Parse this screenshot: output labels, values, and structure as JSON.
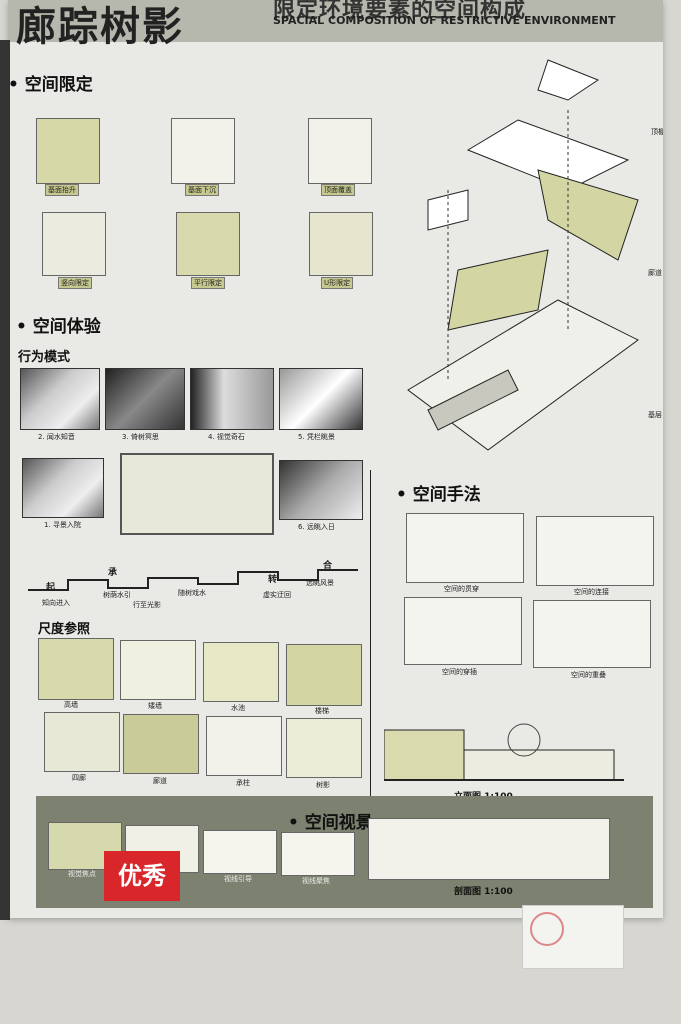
{
  "poster": {
    "title_cn": "廊踪树影",
    "title_cn_right": "限定环境要素的空间构成",
    "title_en": "SPACIAL COMPOSITION OF RESTRICTIVE ENVIRONMENT"
  },
  "sections": {
    "space_limit": "• 空间限定",
    "space_experience": "• 空间体验",
    "behavior_mode": "行为模式",
    "scale_ref": "尺度参照",
    "space_method": "• 空间手法",
    "space_view": "• 空间视景"
  },
  "space_limit_tags": [
    "基面抬升",
    "基面下沉",
    "顶面覆盖",
    "竖向限定",
    "平行限定",
    "U形限定"
  ],
  "behavior_photos": [
    "2. 闻水知音",
    "3. 倚树冥思",
    "4. 视觉奇石",
    "5. 凭栏眺景",
    "1. 寻景入院",
    "6. 远眺入日"
  ],
  "sequence_labels": [
    "起",
    "承",
    "转",
    "合",
    "知向进入",
    "树荫水引",
    "行至光影",
    "随树戏水",
    "虚实迂回",
    "远眺风景"
  ],
  "scale_labels": [
    "高墙",
    "矮墙",
    "水池",
    "楼梯",
    "四廊",
    "廊道",
    "承柱",
    "树影"
  ],
  "method_labels": [
    "空间的贯穿",
    "空间的连接",
    "空间的穿插",
    "空间的重叠"
  ],
  "elevation_label": "立面图  1:100",
  "section_label": "剖面图  1:100",
  "badge": "优秀",
  "axon_labels": [
    "顶棚",
    "廊道",
    "基层"
  ],
  "view_labels": [
    "视觉焦点",
    "视线引导",
    "视线聚焦"
  ]
}
